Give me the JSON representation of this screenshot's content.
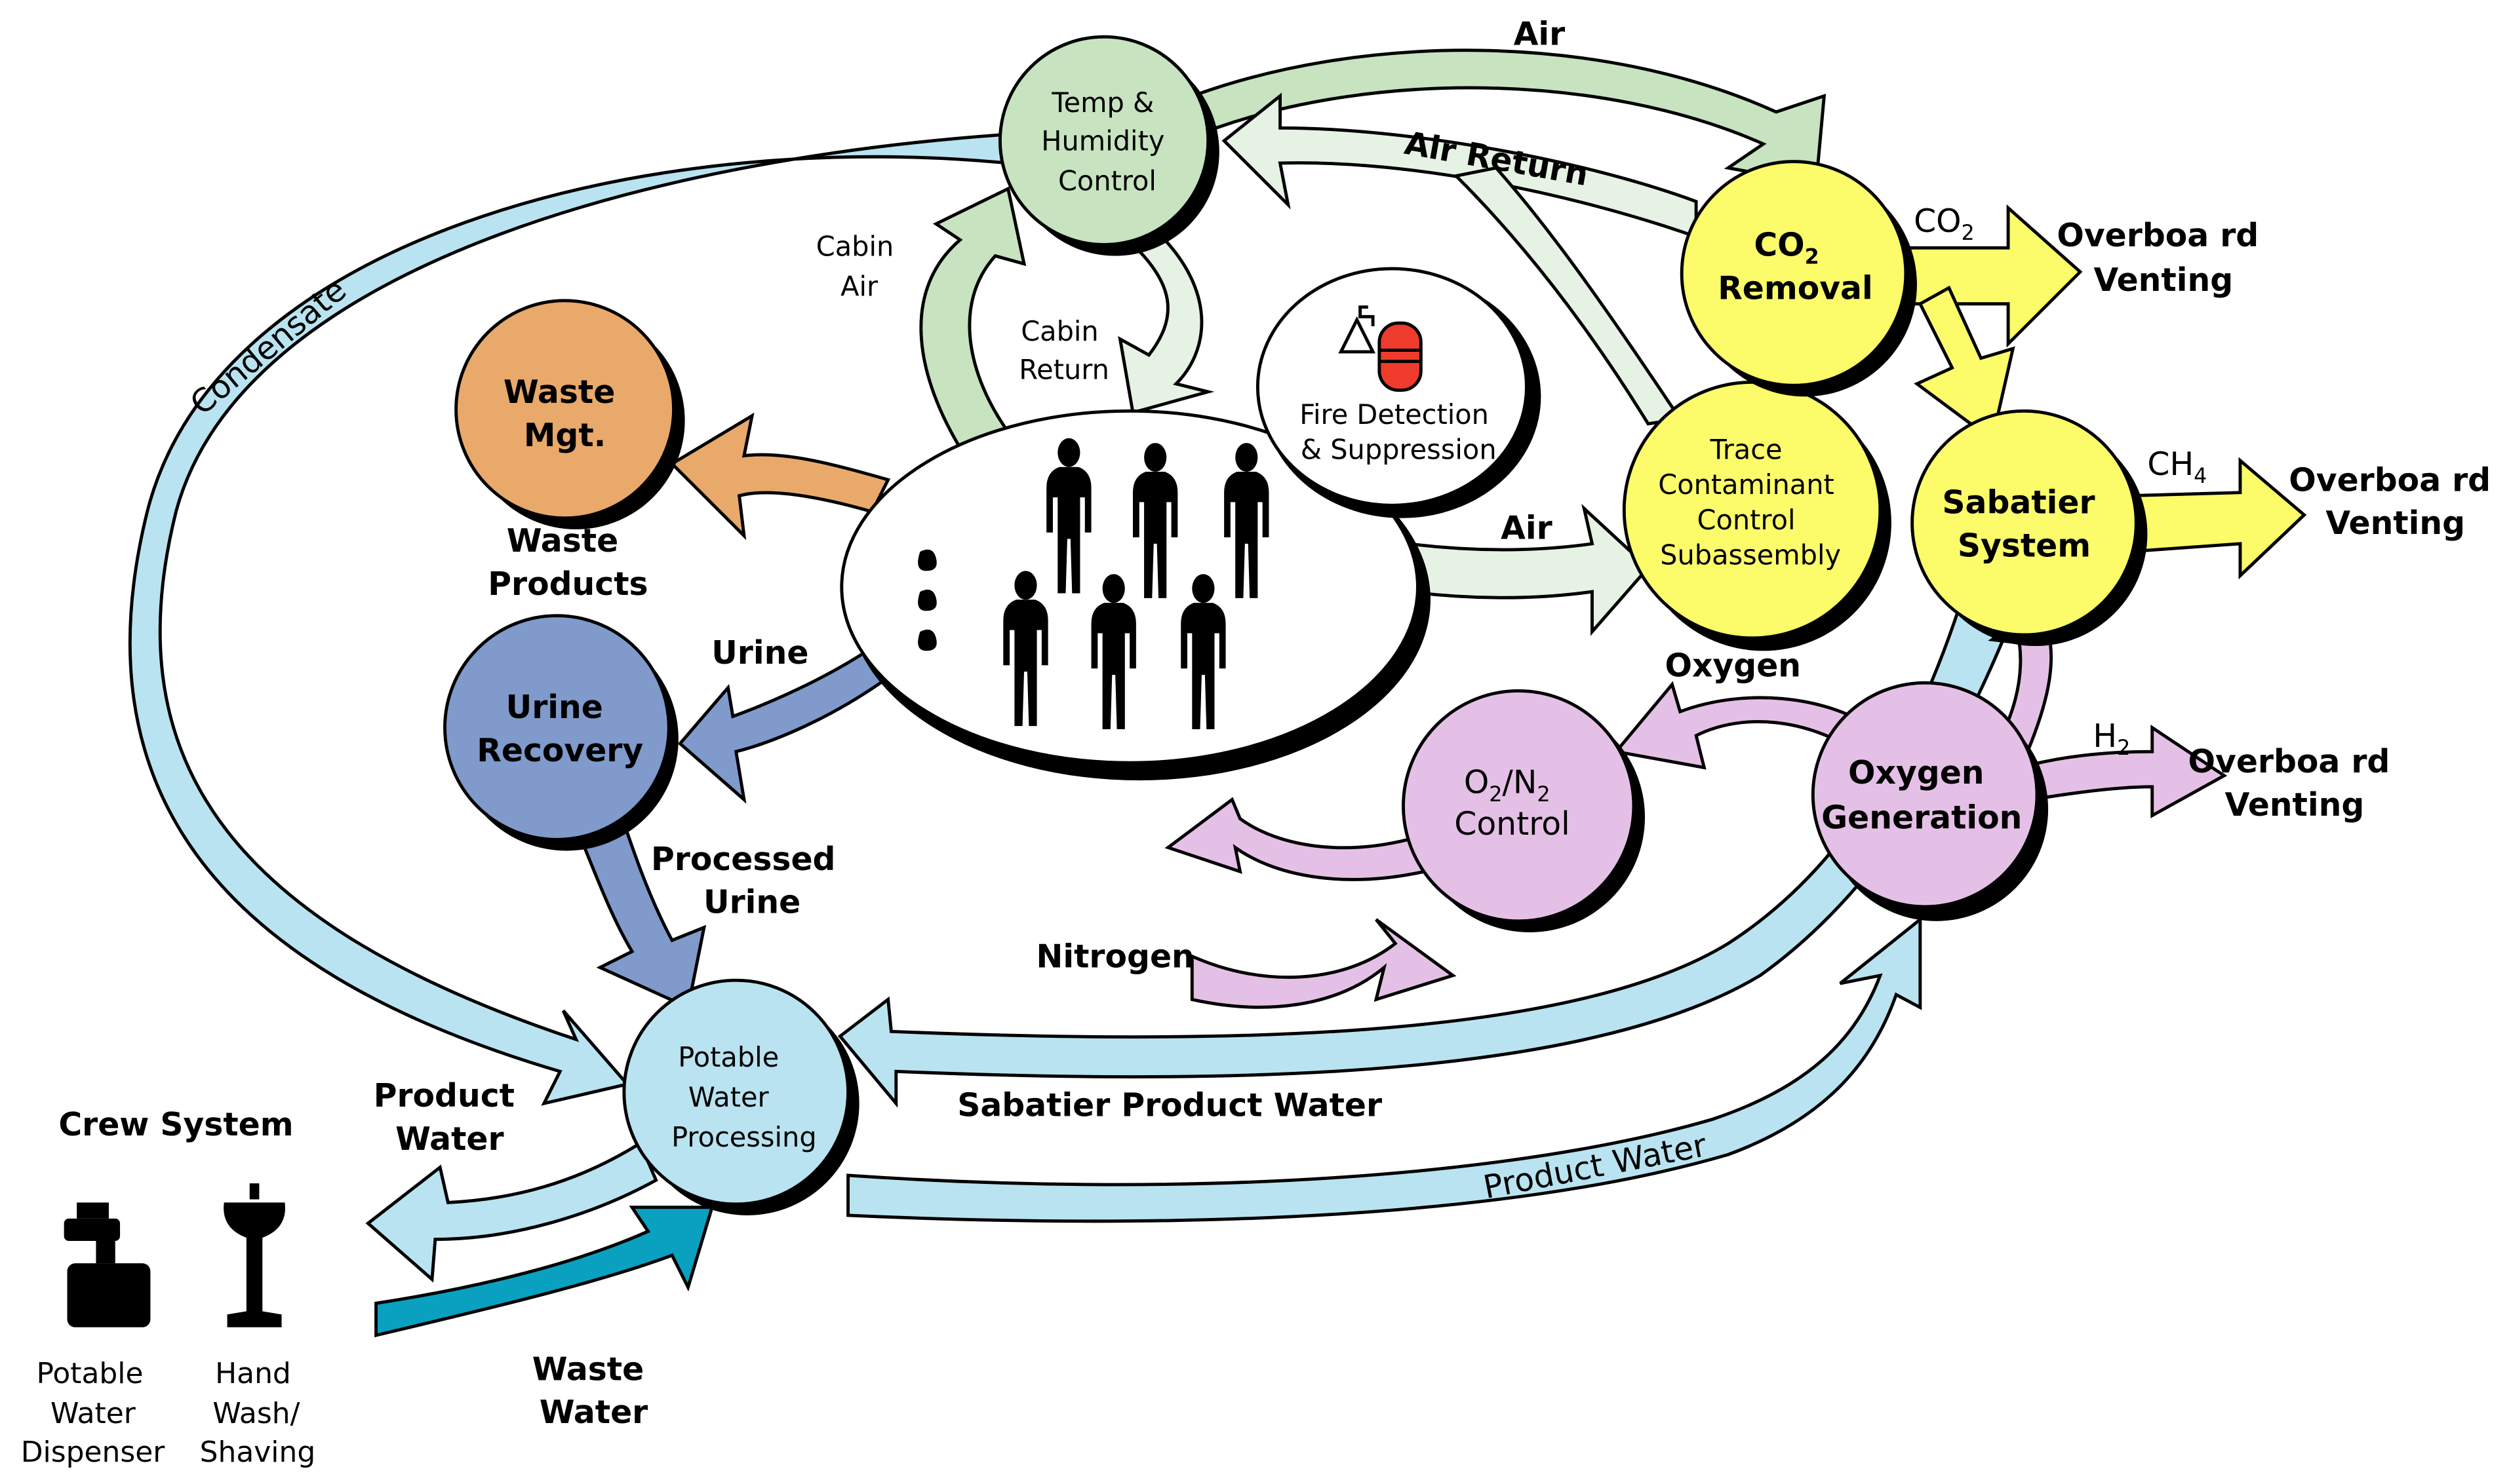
{
  "colors": {
    "condensate": "#b9e3f0",
    "green": "#c7e3c0",
    "green_light": "#e6f2e3",
    "waste": "#e8a96b",
    "urine": "#7f9acb",
    "pink": "#e5c0e6",
    "yellow": "#fcfc6b",
    "waste_water": "#0aa0c0",
    "fire_red": "#ef3b2c"
  },
  "nodes": {
    "temp_humidity": [
      "Temp &",
      "Humidity",
      "Control"
    ],
    "waste_mgt": [
      "Waste",
      "Mgt."
    ],
    "urine_recovery": [
      "Urine",
      "Recovery"
    ],
    "fire_detection": [
      "Fire Detection",
      "& Suppression"
    ],
    "trace_contaminant": [
      "Trace",
      "Contaminant",
      "Control",
      "Subassembly"
    ],
    "co2_removal": {
      "formula_main": "CO",
      "formula_sub": "2",
      "line2": "Removal"
    },
    "sabatier": [
      "Sabatier",
      "System"
    ],
    "o2n2_control": {
      "o": "O",
      "o_sub": "2",
      "slash_n": "/N",
      "n_sub": "2",
      "line2": "Control"
    },
    "oxygen_generation": [
      "Oxygen",
      "Generation"
    ],
    "potable_water": [
      "Potable",
      "Water",
      "Processing"
    ]
  },
  "labels": {
    "air_top": "Air",
    "air_return": "Air Return",
    "cabin_air": [
      "Cabin",
      "Air"
    ],
    "cabin_return": [
      "Cabin",
      "Return"
    ],
    "condensate": "Condensate",
    "waste_products": [
      "Waste",
      "Products"
    ],
    "urine": "Urine",
    "processed_urine": [
      "Processed",
      "Urine"
    ],
    "air_mid": "Air",
    "co2": {
      "main": "CO",
      "sub": "2"
    },
    "ch4": {
      "main": "CH",
      "sub": "4"
    },
    "h2": {
      "main": "H",
      "sub": "2"
    },
    "overboard_1": [
      "Overboa rd",
      "Venting"
    ],
    "overboard_2": [
      "Overboa rd",
      "Venting"
    ],
    "overboard_3": [
      "Overboa rd",
      "Venting"
    ],
    "oxygen": "Oxygen",
    "nitrogen": "Nitrogen",
    "sabatier_product_water": "Sabatier Product Water",
    "product_water_right": "Product Water",
    "product_water_left": [
      "Product",
      "Water"
    ],
    "waste_water": [
      "Waste",
      "Water"
    ],
    "crew_system": "Crew System",
    "potable_dispenser": [
      "Potable",
      "Water",
      "Dispenser"
    ],
    "hand_wash": [
      "Hand",
      "Wash/",
      "Shaving"
    ]
  }
}
